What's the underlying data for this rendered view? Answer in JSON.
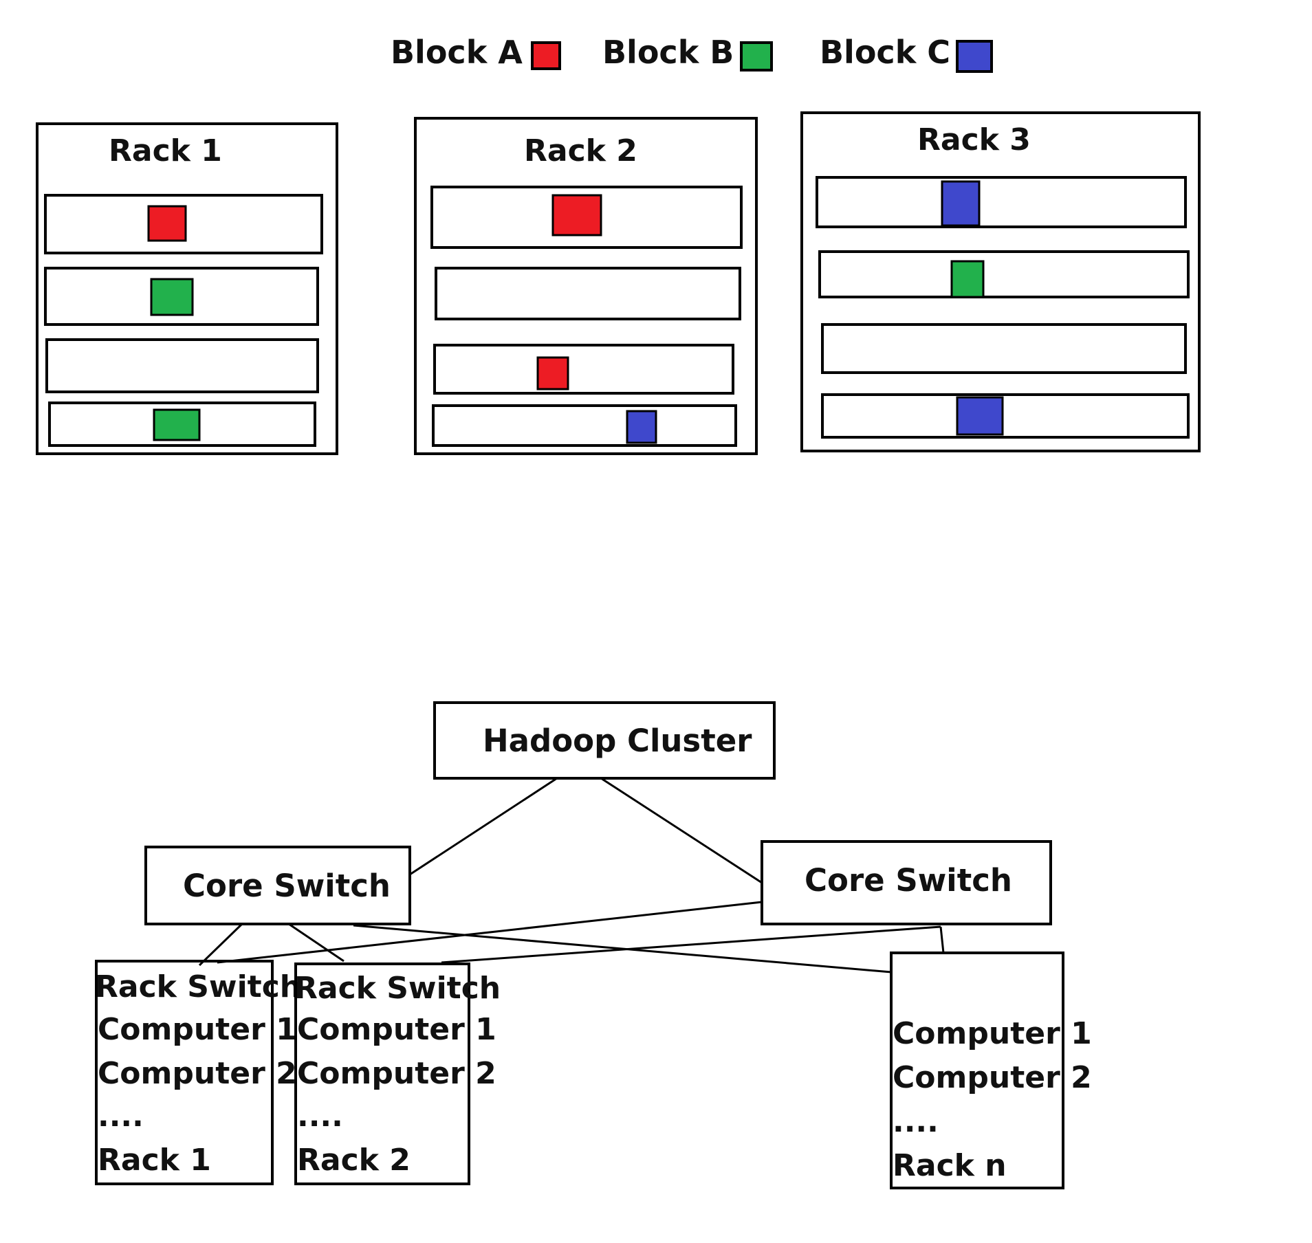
{
  "colors": {
    "block_a": "#ED1C24",
    "block_b": "#22B14C",
    "block_c": "#3F48CC",
    "stroke": "#000000",
    "background": "#FFFFFF"
  },
  "legend": {
    "block_a": "Block A :",
    "block_b": "Block B :",
    "block_c": "Block C :"
  },
  "racks": [
    {
      "title": "Rack 1",
      "slots": [
        "A",
        "B",
        "",
        "B"
      ]
    },
    {
      "title": "Rack 2",
      "slots": [
        "A",
        "",
        "A",
        "C"
      ]
    },
    {
      "title": "Rack 3",
      "slots": [
        "C",
        "B",
        "",
        "C"
      ]
    }
  ],
  "topology": {
    "cluster": "Hadoop Cluster",
    "core_switch_left": "Core Switch",
    "core_switch_right": "Core Switch",
    "rack_box_1": [
      "Rack Switch",
      "Computer 1",
      "Computer 2",
      "....",
      "Rack 1"
    ],
    "rack_box_2": [
      "Rack Switch",
      "Computer 1",
      "Computer 2",
      "....",
      "Rack 2"
    ],
    "rack_box_n": [
      "Computer 1",
      "Computer 2",
      "....",
      "Rack n"
    ]
  }
}
